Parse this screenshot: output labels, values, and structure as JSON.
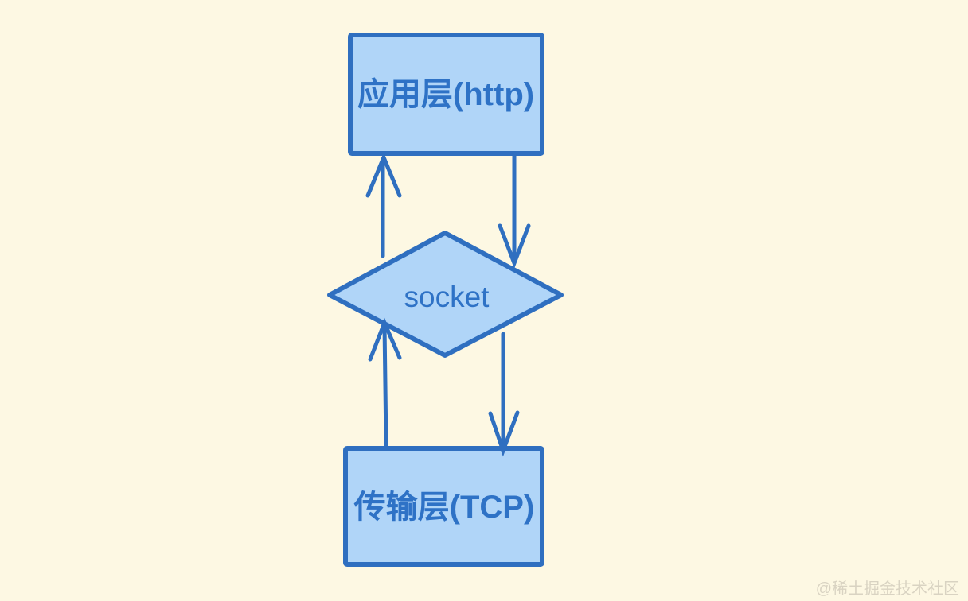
{
  "diagram": {
    "title": "socket-layer-diagram",
    "background_color": "#fdf8e3",
    "shape_fill": "#b0d5f8",
    "shape_stroke": "#2f6fc0",
    "label_color": "#2e72c6",
    "watermark_color": "#d9d3c2",
    "nodes": {
      "application_layer": {
        "label": "应用层(http)",
        "shape": "rectangle"
      },
      "socket": {
        "label": "socket",
        "shape": "diamond"
      },
      "transport_layer": {
        "label": "传输层(TCP)",
        "shape": "rectangle"
      }
    },
    "edges": [
      {
        "name": "socket-to-application-up-arrow",
        "direction": "up"
      },
      {
        "name": "application-to-socket-down-arrow",
        "direction": "down"
      },
      {
        "name": "transport-to-socket-up-arrow",
        "direction": "up"
      },
      {
        "name": "socket-to-transport-down-arrow",
        "direction": "down"
      }
    ],
    "watermark": {
      "text": "@稀土掘金技术社区"
    }
  }
}
